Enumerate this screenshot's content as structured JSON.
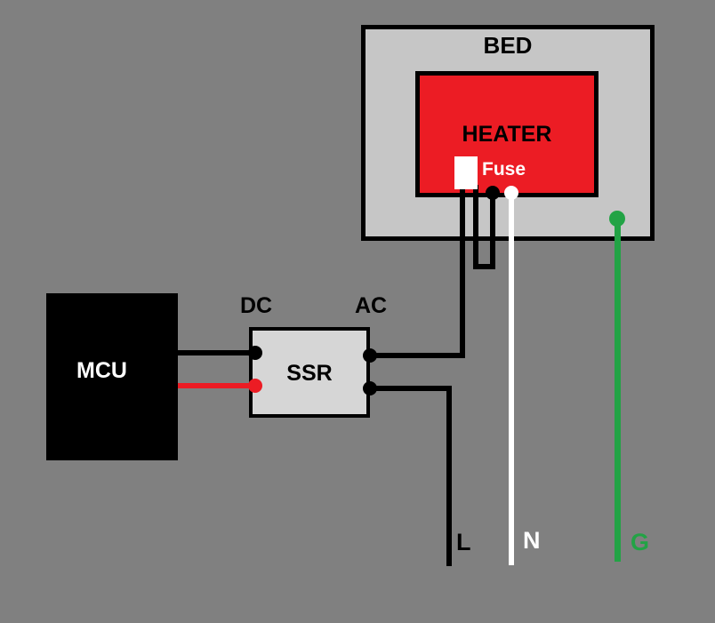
{
  "diagram": {
    "bed": {
      "label": "BED"
    },
    "heater": {
      "label": "HEATER"
    },
    "fuse": {
      "label": "Fuse"
    },
    "mcu": {
      "label": "MCU"
    },
    "ssr": {
      "label": "SSR",
      "dc_label": "DC",
      "ac_label": "AC"
    },
    "lines": {
      "live": {
        "label": "L",
        "color": "#000000"
      },
      "neutral": {
        "label": "N",
        "color": "#ffffff"
      },
      "ground": {
        "label": "G",
        "color": "#22a345"
      }
    }
  },
  "colors": {
    "background": "#808080",
    "bed-fill": "#c6c6c6",
    "heater-fill": "#ec1c24",
    "ssr-fill": "#d6d6d6",
    "mcu-fill": "#000000",
    "wire-black": "#000000",
    "wire-red": "#ec1c24",
    "wire-white": "#ffffff",
    "wire-green": "#22a345",
    "label-dark": "#000000",
    "label-light": "#ffffff"
  }
}
